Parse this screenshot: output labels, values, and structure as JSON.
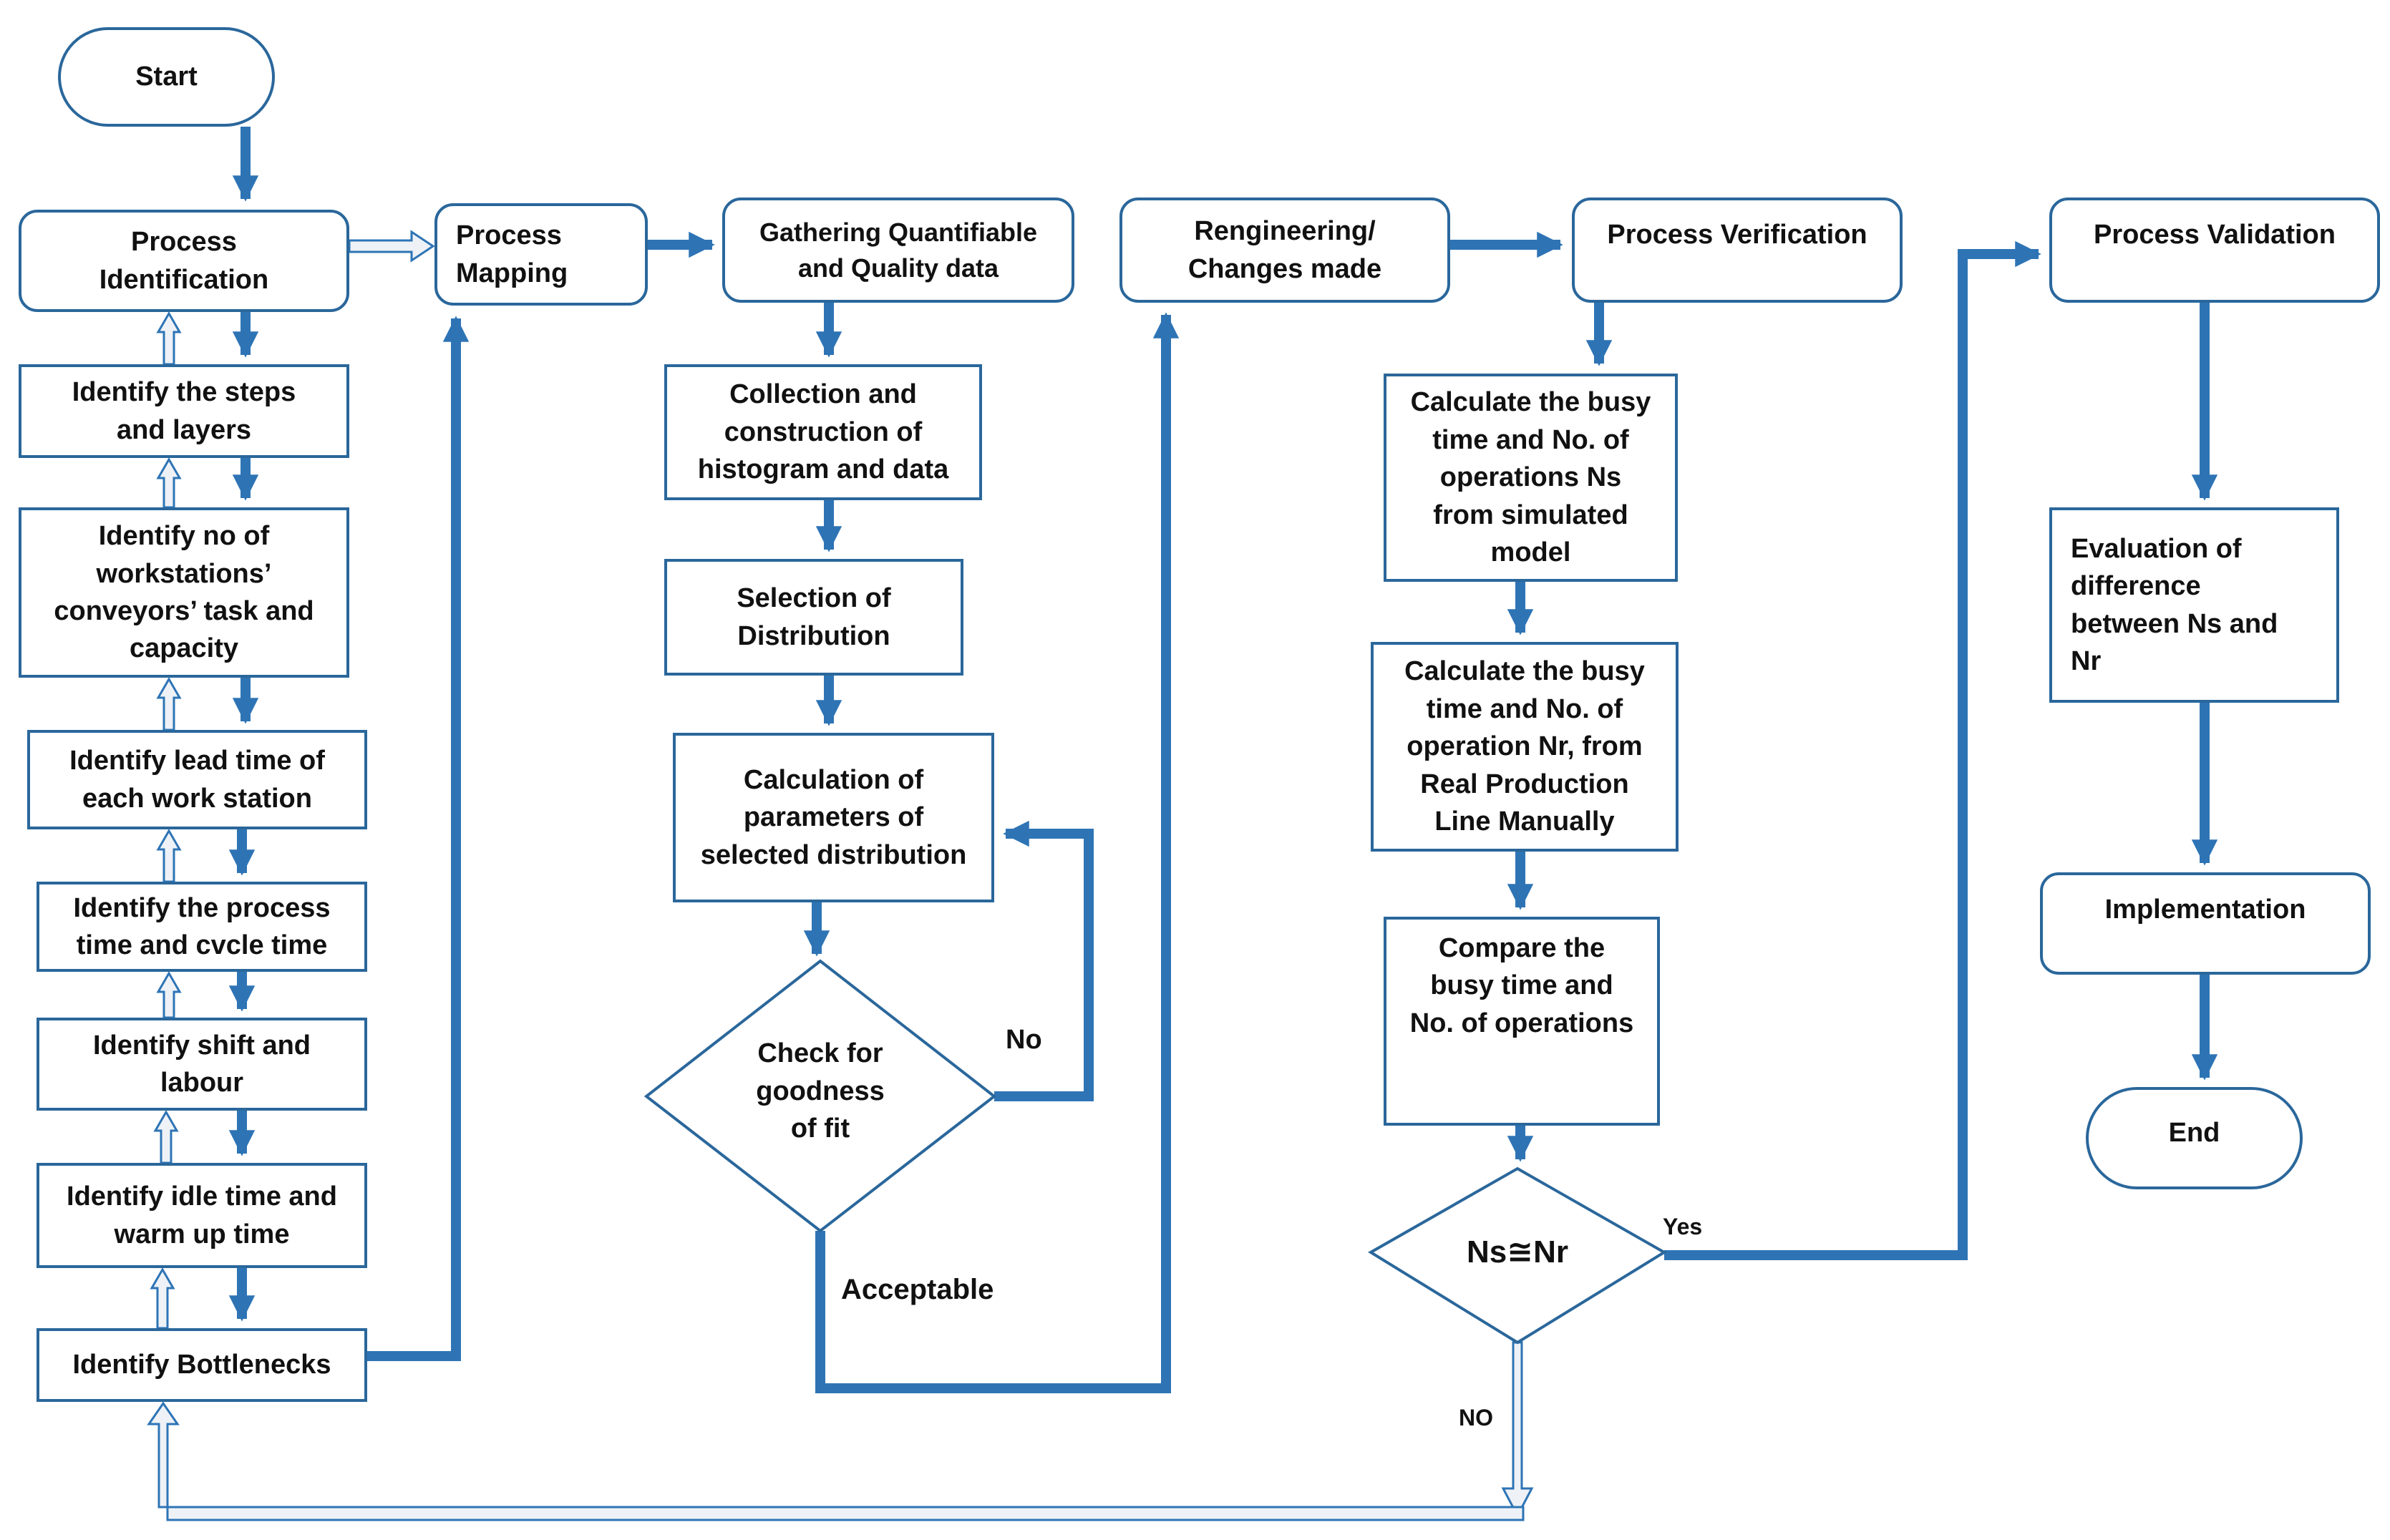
{
  "nodes": {
    "start": "Start",
    "process_identification": "Process\nIdentification",
    "identify_steps": "Identify the steps\nand layers",
    "identify_workstations": "Identify no of\nworkstations’\nconveyors’ task and\ncapacity",
    "identify_lead_time": "Identify lead time of\neach work station",
    "identify_process_time": "Identify the process\ntime and cvcle time",
    "identify_shift": "Identify shift and\nlabour",
    "identify_idle_time": "Identify idle time and\nwarm up time",
    "identify_bottlenecks": "Identify Bottlenecks",
    "process_mapping": "Process\nMapping",
    "gathering_data": "Gathering Quantifiable\nand Quality data",
    "collection_histogram": "Collection and\nconstruction of\nhistogram and data",
    "selection_distribution": "Selection of\nDistribution",
    "calculation_parameters": "Calculation of\nparameters of\nselected distribution",
    "check_goodness": "Check for\ngoodness\nof   fit",
    "reengineering": "Rengineering/\nChanges made",
    "process_verification": "Process Verification",
    "calc_ns": "Calculate the busy\ntime and No. of\noperations Ns\nfrom simulated\nmodel",
    "calc_nr": "Calculate the busy\ntime and No. of\noperation Nr, from\nReal Production\nLine Manually",
    "compare": "Compare the\nbusy time and\nNo. of operations",
    "ns_nr": "Ns≅Nr",
    "process_validation": "Process Validation",
    "evaluation": "Evaluation of\ndifference\nbetween Ns and\nNr",
    "implementation": "Implementation",
    "end": "End"
  },
  "edge_labels": {
    "no": "No",
    "acceptable": "Acceptable",
    "yes": "Yes",
    "no_upper": "NO"
  },
  "colors": {
    "solid_arrow": "#2e74b5",
    "border": "#2a679b",
    "hollow_arrow_outline": "#2e74b5",
    "hollow_arrow_fill": "#eef2f7"
  }
}
